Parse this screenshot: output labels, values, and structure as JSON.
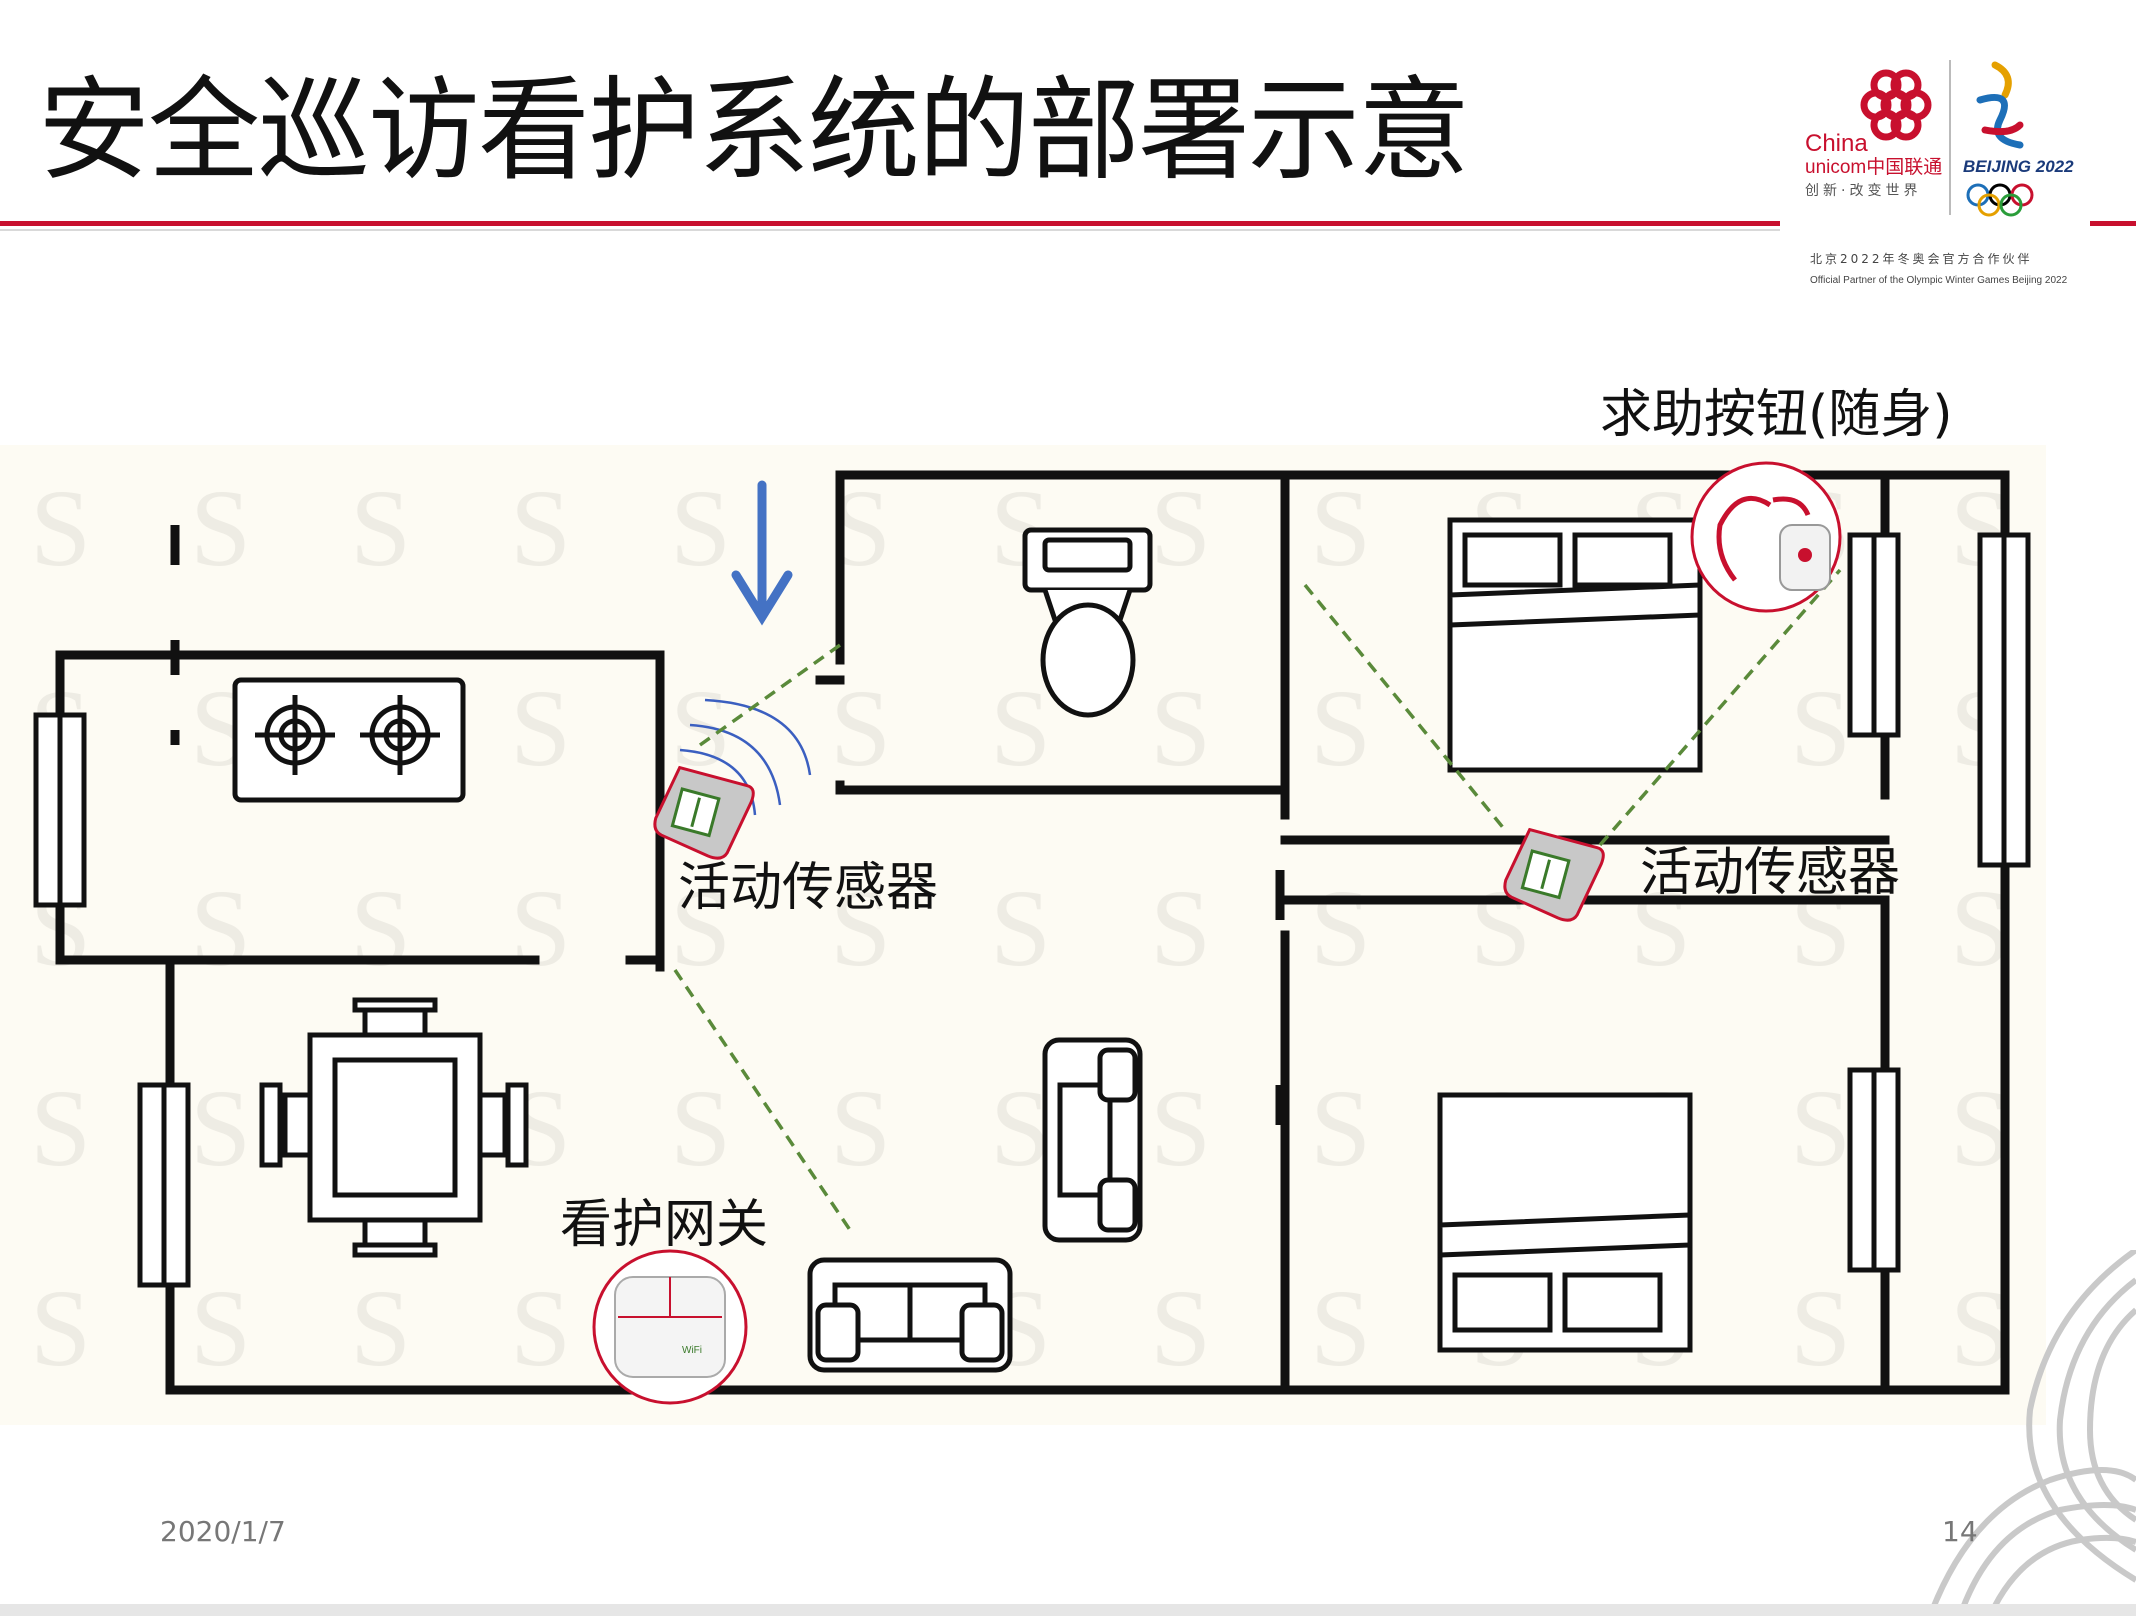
{
  "title": "安全巡访看护系统的部署示意",
  "logo": {
    "brand_en_1": "China",
    "brand_en_2": "unicom中国联通",
    "slogan": "创新·改变世界",
    "beijing": "BEIJING 2022",
    "partner_cn": "北京2022年冬奥会官方合作伙伴",
    "partner_en": "Official Partner of the Olympic Winter Games Beijing 2022"
  },
  "labels": {
    "help_button": "求助按钮(随身)",
    "sensor_left": "活动传感器",
    "sensor_right": "活动传感器",
    "gateway": "看护网关"
  },
  "gateway_device_text": "WiFi",
  "footer": {
    "date": "2020/1/7",
    "page": "14"
  },
  "colors": {
    "accent": "#c8102e",
    "arrow": "#4472c4",
    "beam": "#5a8a3a"
  }
}
